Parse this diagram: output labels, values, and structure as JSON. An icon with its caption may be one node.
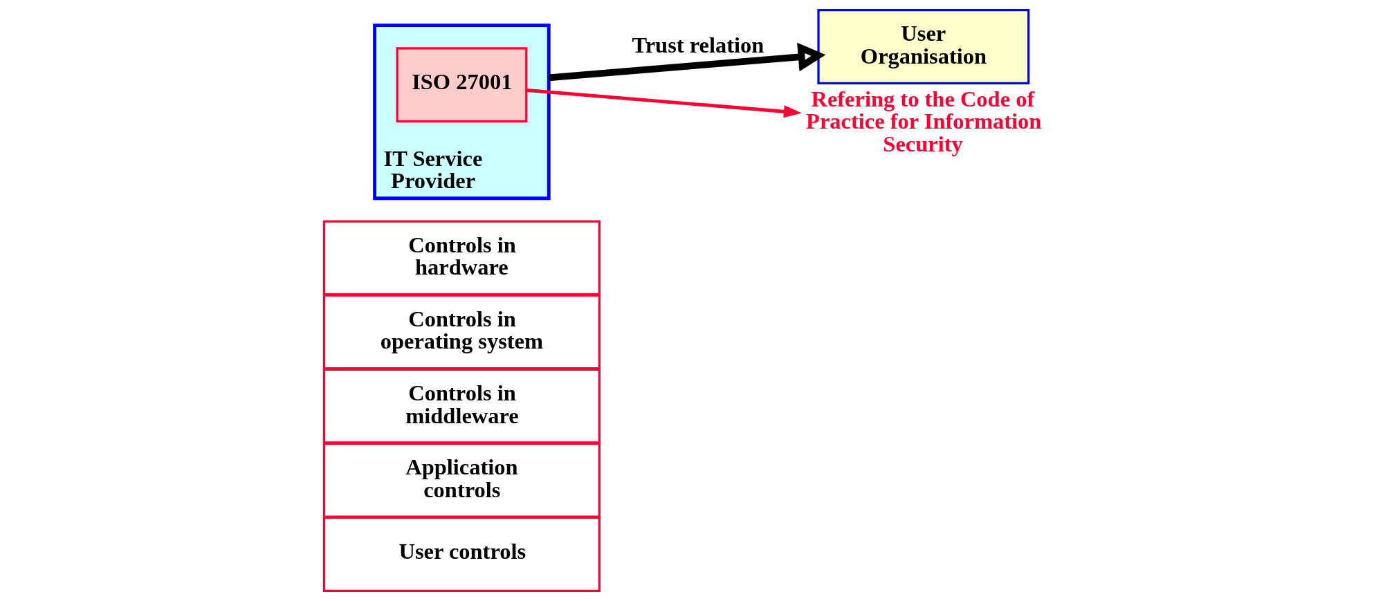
{
  "diagram": {
    "nodes": [
      {
        "text": [
          "User controls"
        ]
      },
      {
        "text": [
          "Application controls"
        ]
      },
      {
        "text": [
          "Controls in middleware"
        ]
      },
      {
        "text": [
          "Controls in operating system"
        ]
      },
      {
        "text": [
          "Controls in hardware"
        ]
      },
      {
        "text": [
          "User Organisation"
        ]
      },
      {
        "text": [
          "IT Service Provider"
        ]
      },
      {
        "text": [
          "ISO 27001"
        ],
        "in": 6
      },
      {
        "text": [
          "Refering to the Code of Practice for Information Security"
        ]
      }
    ],
    "edges": [
      {
        "from": 6,
        "to": 5,
        "arrow": "to",
        "label": "Trust relation",
        "style": "thick"
      },
      {
        "from": 7,
        "to": 8,
        "arrow": "to",
        "color": "#ff0033"
      }
    ]
  }
}
